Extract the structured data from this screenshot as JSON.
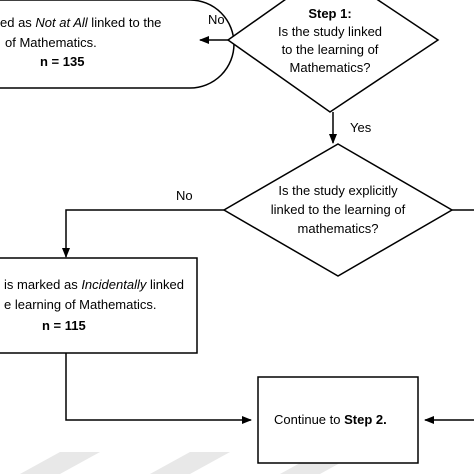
{
  "diagram": {
    "top_box": {
      "line1_pre": "ed as ",
      "line1_em": "Not at All",
      "line1_post": " linked to the",
      "line2": "of Mathematics.",
      "count": "n = 135"
    },
    "decision1": {
      "step": "Step 1:",
      "line1": "Is the study linked",
      "line2": "to the learning of",
      "line3": "Mathematics?"
    },
    "decision2": {
      "line1": "Is the study explicitly",
      "line2": "linked to the learning of",
      "line3": "mathematics?"
    },
    "mid_box": {
      "line1_pre": "is marked as ",
      "line1_em": "Incidentally",
      "line1_post": " linked",
      "line2": "e learning of Mathematics.",
      "count": "n = 115"
    },
    "continue_box": {
      "text": "Continue to ",
      "step": "Step 2."
    },
    "labels": {
      "no_top": "No",
      "yes": "Yes",
      "no_mid": "No"
    },
    "colors": {
      "line": "#000000",
      "fill": "#ffffff",
      "watermark": "#e6e6e6"
    }
  }
}
